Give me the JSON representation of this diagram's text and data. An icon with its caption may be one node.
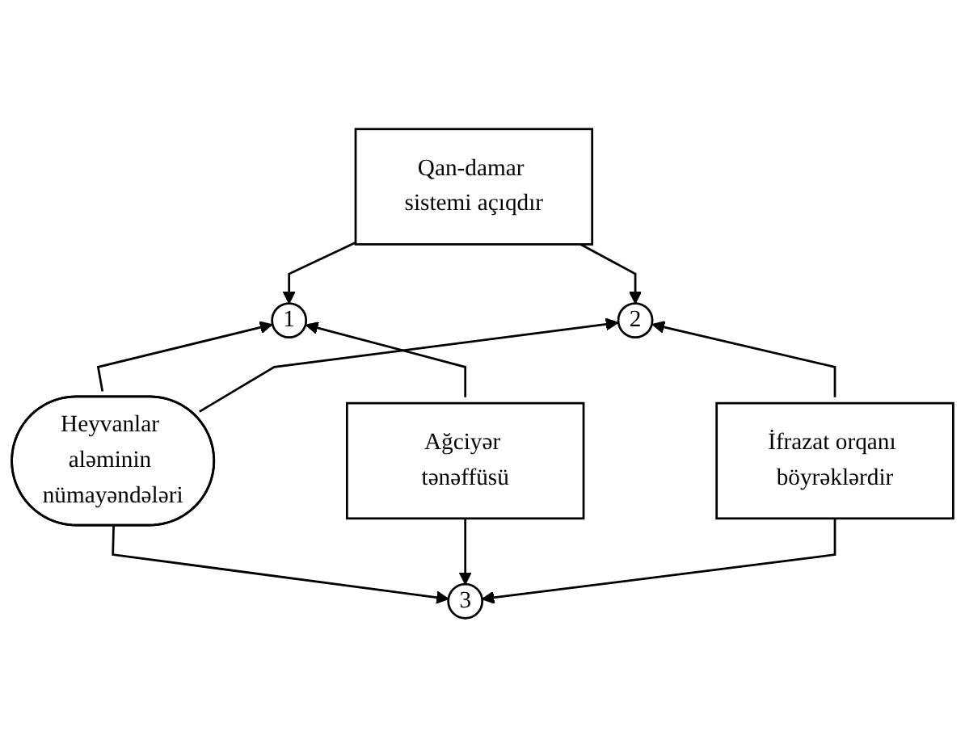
{
  "diagram": {
    "nodes": [
      {
        "text": [
          "Qan-damar sistemi açıqdır"
        ]
      },
      {
        "text": [
          "1"
        ]
      },
      {
        "text": [
          "2"
        ]
      },
      {
        "text": [
          "Heyvanlar aləminin nümayəndələri"
        ]
      },
      {
        "text": [
          "Ağciyər tənəffüsü"
        ]
      },
      {
        "text": [
          "İfrazat orqanı böyrəklərdir"
        ]
      },
      {
        "text": [
          "3"
        ]
      }
    ],
    "edges": [
      {
        "from": 0,
        "to": 1,
        "arrow": "to"
      },
      {
        "from": 0,
        "to": 2,
        "arrow": "to"
      },
      {
        "from": 3,
        "to": 1,
        "arrow": "to"
      },
      {
        "from": 3,
        "to": 2,
        "arrow": "to"
      },
      {
        "from": 3,
        "to": 6,
        "arrow": "to"
      },
      {
        "from": 4,
        "to": 1,
        "arrow": "to"
      },
      {
        "from": 4,
        "to": 6,
        "arrow": "to"
      },
      {
        "from": 5,
        "to": 2,
        "arrow": "to"
      },
      {
        "from": 5,
        "to": 6,
        "arrow": "to"
      }
    ]
  }
}
